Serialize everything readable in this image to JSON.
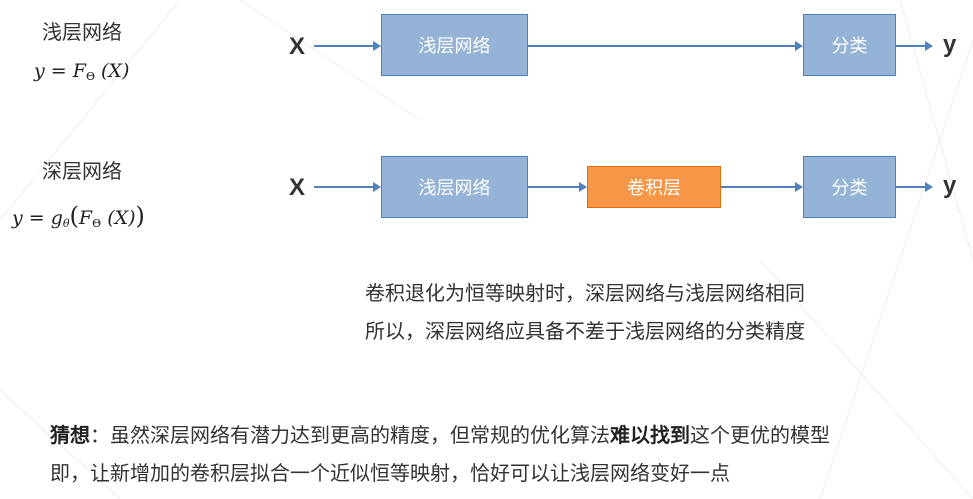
{
  "colors": {
    "network_box_fill": "#95b3d7",
    "network_box_border": "#4f81bd",
    "conv_box_fill": "#f79646",
    "conv_box_border": "#e46c0a",
    "arrow": "#4f81bd"
  },
  "shallow": {
    "title": "浅层网络",
    "formula": {
      "lhs": "y",
      "eq": "=",
      "func": "F",
      "func_sub": "Θ",
      "arg": "(X)"
    },
    "diagram": {
      "input": "X",
      "network_box": "浅层网络",
      "classifier_box": "分类",
      "output": "y"
    }
  },
  "deep": {
    "title": "深层网络",
    "formula": {
      "lhs": "y",
      "eq": "=",
      "outer_func": "g",
      "outer_sub": "θ",
      "open": "(",
      "func": "F",
      "func_sub": "Θ",
      "arg": "(X)",
      "close": ")"
    },
    "diagram": {
      "input": "X",
      "network_box": "浅层网络",
      "conv_box": "卷积层",
      "classifier_box": "分类",
      "output": "y"
    }
  },
  "explanation": {
    "line1": "卷积退化为恒等映射时，深层网络与浅层网络相同",
    "line2": "所以，深层网络应具备不差于浅层网络的分类精度"
  },
  "conjecture": {
    "label": "猜想",
    "colon": "：",
    "line1_a": "虽然深层网络有潜力达到更高的精度，但常规的优化算法",
    "line1_bold": "难以找到",
    "line1_b": "这个更优的模型",
    "line2": "即，让新增加的卷积层拟合一个近似恒等映射，恰好可以让浅层网络变好一点"
  }
}
